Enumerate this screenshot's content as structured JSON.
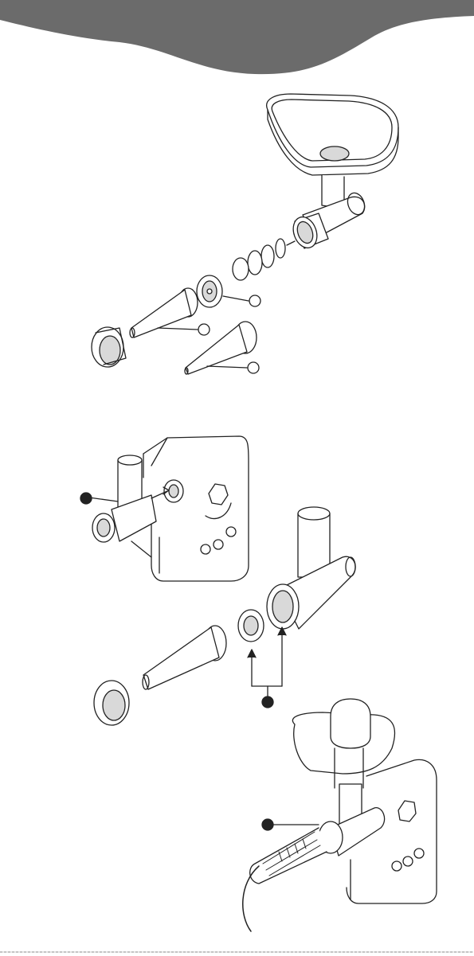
{
  "page": {
    "header_color": "#6b6b6b",
    "line_color": "#222222",
    "fill_color": "#ffffff",
    "shade_color": "#d9d9d9"
  },
  "callouts": {
    "top": [
      {
        "id": "disc-callout",
        "style": "hollow"
      },
      {
        "id": "large-tube-callout",
        "style": "hollow"
      },
      {
        "id": "small-tube-callout",
        "style": "hollow"
      }
    ],
    "bottom": [
      {
        "id": "head-callout",
        "style": "filled"
      },
      {
        "id": "parts-callout",
        "style": "filled"
      },
      {
        "id": "casing-callout",
        "style": "filled"
      }
    ]
  },
  "figures": [
    {
      "id": "figure-exploded-attachment",
      "description_icon": "exploded-parts-icon"
    },
    {
      "id": "figure-head-install",
      "description_icon": "motor-unit-icon"
    },
    {
      "id": "figure-tube-assembly",
      "description_icon": "assembly-icon"
    },
    {
      "id": "figure-sausage-making",
      "description_icon": "sausage-icon"
    }
  ]
}
